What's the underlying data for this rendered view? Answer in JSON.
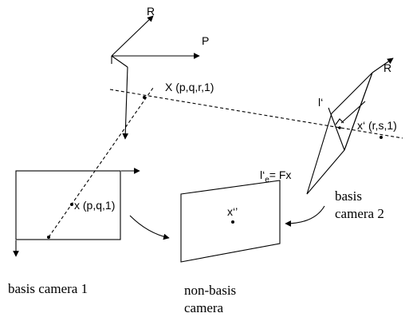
{
  "labels": {
    "axis_r_top": "R",
    "axis_p_top": "P",
    "world_point": "X (p,q,r,1)",
    "axis_r_right": "R",
    "epipolar_line": "l‘",
    "image_point_2": "x‘ (r,s,1)",
    "epipolar_eq_prefix": "l‘",
    "epipolar_eq_sub": "e",
    "epipolar_eq_suffix": "= Fx",
    "image_point_1": "x (p,q,1)",
    "image_point_3": "x‘’",
    "caption_cam1": "basis camera 1",
    "caption_cam2_line1": "basis",
    "caption_cam2_line2": "camera 2",
    "caption_cam3_line1": "non-basis",
    "caption_cam3_line2": "camera"
  }
}
